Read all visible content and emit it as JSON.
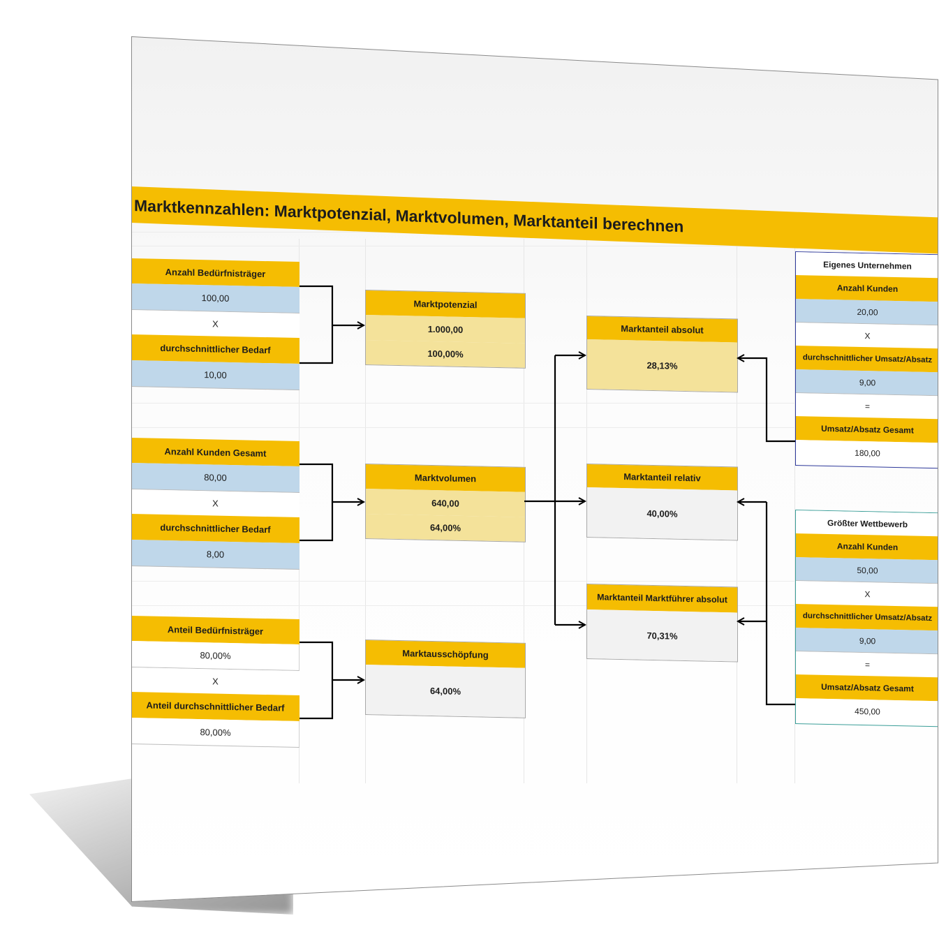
{
  "title": "Marktkennzahlen: Marktpotenzial, Marktvolumen, Marktanteil berechnen",
  "colors": {
    "header": "#f5bd02",
    "input_blue": "#bfd7ea",
    "result_light": "#f4e29a",
    "result_grey": "#f2f2f2"
  },
  "left": {
    "group1": {
      "label1": "Anzahl Bedürfnisträger",
      "value1": "100,00",
      "operator": "X",
      "label2": "durchschnittlicher Bedarf",
      "value2": "10,00"
    },
    "group2": {
      "label1": "Anzahl Kunden Gesamt",
      "value1": "80,00",
      "operator": "X",
      "label2": "durchschnittlicher Bedarf",
      "value2": "8,00"
    },
    "group3": {
      "label1": "Anteil Bedürfnisträger",
      "value1": "80,00%",
      "operator": "X",
      "label2": "Anteil durchschnittlicher Bedarf",
      "value2": "80,00%"
    }
  },
  "middle": {
    "potenzial": {
      "label": "Marktpotenzial",
      "value": "1.000,00",
      "percent": "100,00%"
    },
    "volumen": {
      "label": "Marktvolumen",
      "value": "640,00",
      "percent": "64,00%"
    },
    "ausschoepfung": {
      "label": "Marktausschöpfung",
      "value": "64,00%"
    }
  },
  "right": {
    "absolut": {
      "label": "Marktanteil absolut",
      "value": "28,13%"
    },
    "relativ": {
      "label": "Marktanteil relativ",
      "value": "40,00%"
    },
    "fuehrer": {
      "label": "Marktanteil Marktführer absolut",
      "value": "70,31%"
    }
  },
  "far_right": {
    "own": {
      "title": "Eigenes Unternehmen",
      "label1": "Anzahl Kunden",
      "value1": "20,00",
      "operator1": "X",
      "label2": "durchschnittlicher Umsatz/Absatz",
      "value2": "9,00",
      "operator2": "=",
      "label3": "Umsatz/Absatz Gesamt",
      "value3": "180,00"
    },
    "competitor": {
      "title": "Größter Wettbewerb",
      "label1": "Anzahl Kunden",
      "value1": "50,00",
      "operator1": "X",
      "label2": "durchschnittlicher Umsatz/Absatz",
      "value2": "9,00",
      "operator2": "=",
      "label3": "Umsatz/Absatz Gesamt",
      "value3": "450,00"
    }
  }
}
